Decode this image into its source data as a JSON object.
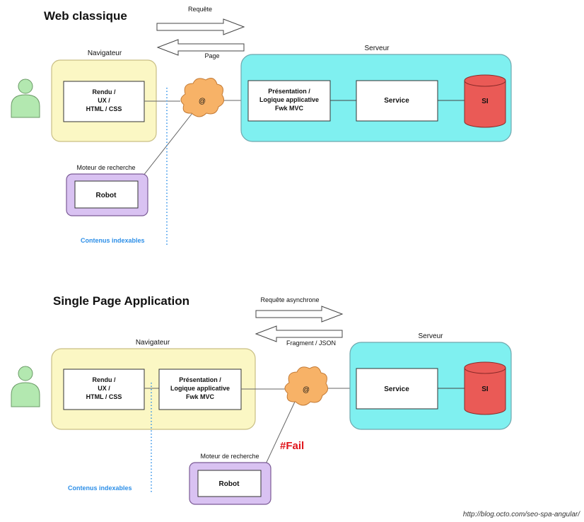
{
  "top": {
    "title": "Web classique",
    "arrow_request": "Requête",
    "arrow_page": "Page",
    "navigator_label": "Navigateur",
    "render_box": [
      "Rendu /",
      "UX /",
      "HTML / CSS"
    ],
    "server_label": "Serveur",
    "presentation_box": [
      "Présentation /",
      "Logique applicative",
      "Fwk MVC"
    ],
    "service_box": "Service",
    "si_label": "SI",
    "search_engine_label": "Moteur de recherche",
    "robot_box": "Robot",
    "indexable_label": "Contenus indexables",
    "cloud_symbol": "@"
  },
  "bottom": {
    "title": "Single Page Application",
    "arrow_request": "Requête asynchrone",
    "arrow_fragment": "Fragment / JSON",
    "navigator_label": "Navigateur",
    "render_box": [
      "Rendu /",
      "UX /",
      "HTML / CSS"
    ],
    "presentation_box": [
      "Présentation /",
      "Logique applicative",
      "Fwk MVC"
    ],
    "server_label": "Serveur",
    "service_box": "Service",
    "si_label": "SI",
    "search_engine_label": "Moteur de recherche",
    "robot_box": "Robot",
    "fail_label": "#Fail",
    "indexable_label": "Contenus indexables",
    "cloud_symbol": "@"
  },
  "source_credit": "http://blog.octo.com/seo-spa-angular/",
  "colors": {
    "navigator_fill": "#fbf7c4",
    "navigator_stroke": "#c9bf85",
    "server_fill": "#7ff0f0",
    "server_stroke": "#6fa7ad",
    "robot_fill": "#d9c2f2",
    "robot_stroke": "#7b5a96",
    "cloud_fill": "#f7b267",
    "user_fill": "#b3e8b0",
    "user_stroke": "#6a9a66",
    "si_fill": "#ea5a56",
    "indexable_text": "#2d8fe8",
    "fail_text": "#e0151b"
  }
}
